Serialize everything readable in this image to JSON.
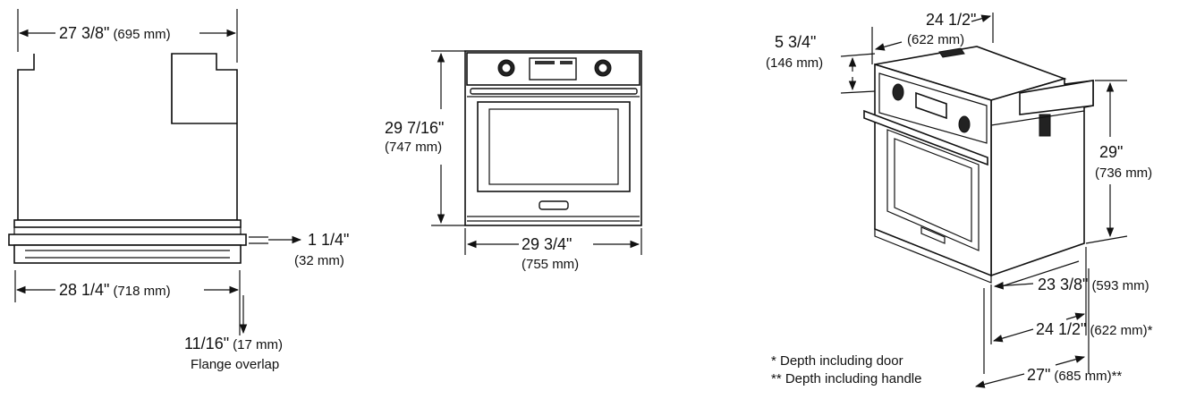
{
  "side_view": {
    "width_top": {
      "main": "27 3/8\"",
      "sub": "(695 mm)"
    },
    "flange_depth": {
      "main": "1 1/4\"",
      "sub": "(32 mm)"
    },
    "width_flange": {
      "main": "28 1/4\"",
      "sub": "(718 mm)"
    },
    "overlap": {
      "main": "11/16\"",
      "sub": "(17 mm)",
      "label": "Flange overlap"
    }
  },
  "front_view": {
    "height": {
      "main": "29 7/16\"",
      "sub": "(747 mm)"
    },
    "width": {
      "main": "29 3/4\"",
      "sub": "(755 mm)"
    }
  },
  "iso_view": {
    "width": {
      "main": "24 1/2\"",
      "sub": "(622 mm)"
    },
    "top_offset": {
      "main": "5 3/4\"",
      "sub": "(146 mm)"
    },
    "height": {
      "main": "29\"",
      "sub": "(736 mm)"
    },
    "depth_body": {
      "main": "23 3/8\"",
      "sub": "(593 mm)"
    },
    "depth_door": {
      "main": "24 1/2\"",
      "sub": "(622 mm)*"
    },
    "depth_handle": {
      "main": "27\"",
      "sub": "(685 mm)**"
    }
  },
  "notes": {
    "door": "*  Depth including door",
    "handle": "** Depth including handle"
  }
}
